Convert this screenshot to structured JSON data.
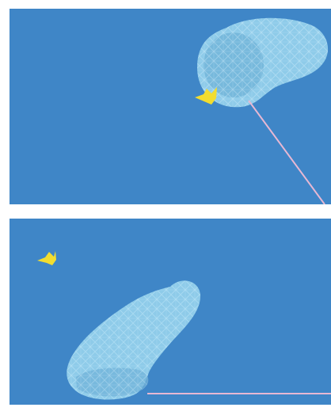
{
  "scene": {
    "background_color": "#3f86c7",
    "gap_color": "#ffffff",
    "water_color": "#8ecbe9",
    "water_shadow_color": "#6fb1d7",
    "line_color": "#e7b8d3",
    "butterfly_color": "#f2dd2f"
  },
  "panels": [
    {
      "label": "",
      "items": [
        "water-blob",
        "butterfly",
        "tether-line"
      ]
    },
    {
      "label": "",
      "items": [
        "water-blob",
        "butterfly",
        "tether-line"
      ]
    }
  ]
}
